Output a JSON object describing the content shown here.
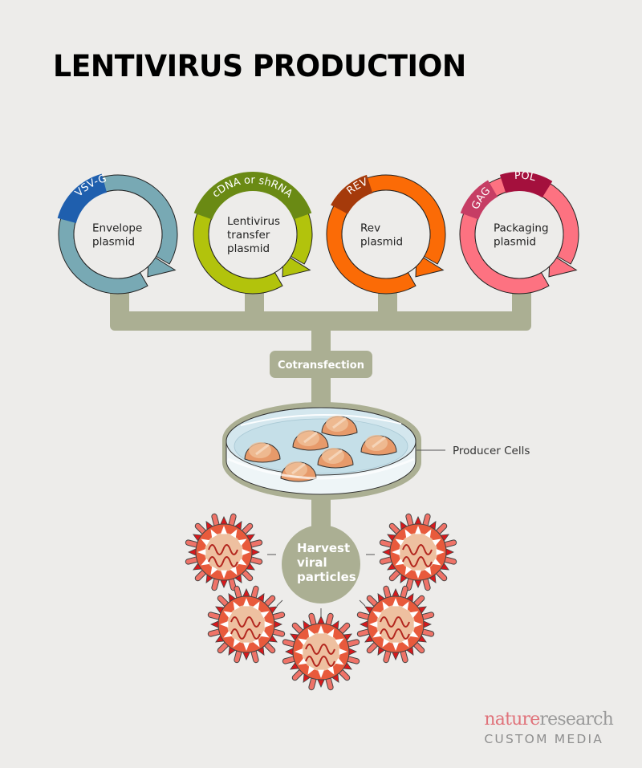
{
  "title": "LENTIVIRUS PRODUCTION",
  "colors": {
    "background": "#edecea",
    "connector": "#abaf93",
    "envelope": "#78a9b4",
    "envelope_gene": "#1f5fae",
    "transfer": "#b2c30c",
    "transfer_gene": "#6a8a14",
    "rev": "#fb6b06",
    "rev_gene": "#a53a0b",
    "packaging": "#fd7281",
    "packaging_gene_gag": "#c63d64",
    "packaging_gene_pol": "#a4103d",
    "cell": "#e79a6a",
    "virus_shell": "#e85a3c",
    "virus_core": "#eec0a0",
    "virus_rna": "#b3261e",
    "nature": "#e0727a",
    "brand_grey": "#9a9a9a"
  },
  "plasmids": [
    {
      "name": "envelope",
      "label_lines": [
        "Envelope",
        "plasmid"
      ],
      "genes": [
        "VSV-G"
      ]
    },
    {
      "name": "transfer",
      "label_lines": [
        "Lentivirus",
        "transfer",
        "plasmid"
      ],
      "genes": [
        "cDNA or shRNA"
      ]
    },
    {
      "name": "rev",
      "label_lines": [
        "Rev",
        "plasmid"
      ],
      "genes": [
        "REV"
      ]
    },
    {
      "name": "packaging",
      "label_lines": [
        "Packaging",
        "plasmid"
      ],
      "genes": [
        "GAG",
        "POL"
      ]
    }
  ],
  "steps": {
    "cotransfection": "Cotransfection",
    "producer_cells": "Producer Cells",
    "harvest_lines": [
      "Harvest",
      "viral",
      "particles"
    ]
  },
  "brand": {
    "nature": "nature",
    "research": "research",
    "custom_media": "CUSTOM MEDIA"
  }
}
